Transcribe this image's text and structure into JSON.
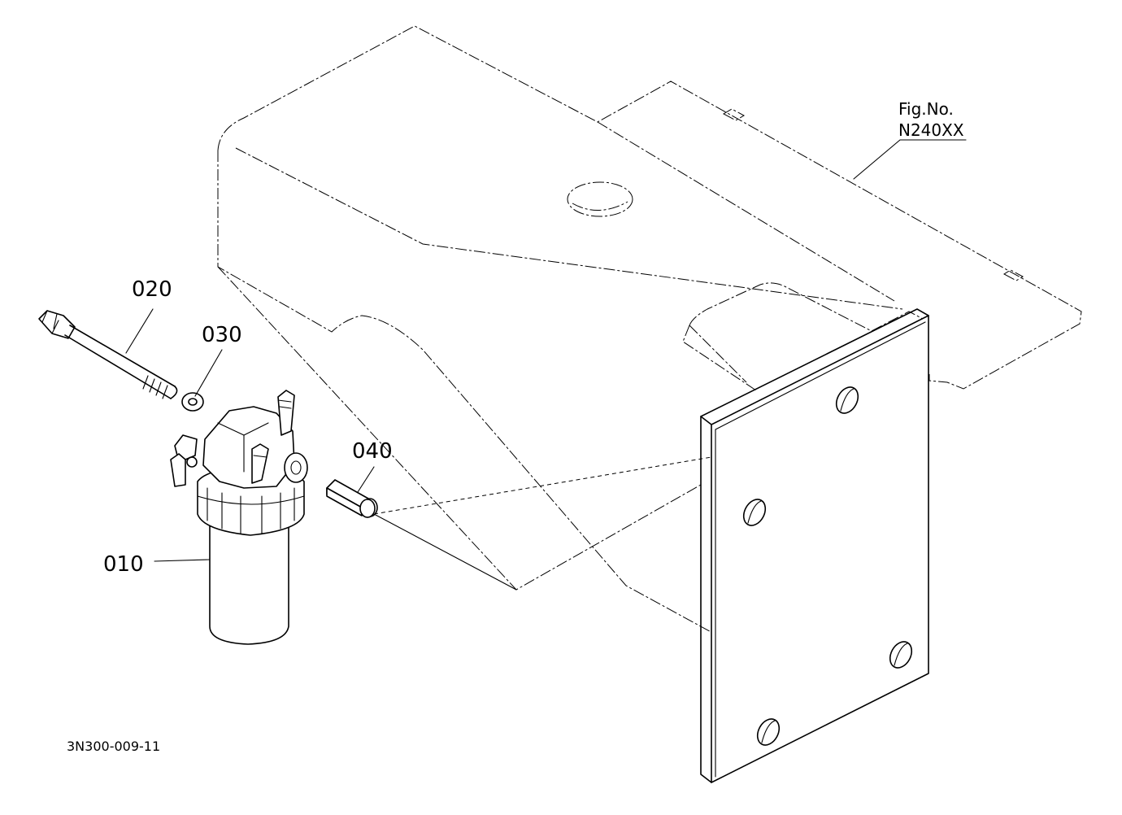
{
  "figure_reference": {
    "caption": "Fig.No.",
    "number": "N240XX"
  },
  "parts": [
    {
      "number": "010",
      "part": "fuel-filter-assembly"
    },
    {
      "number": "020",
      "part": "bolt"
    },
    {
      "number": "030",
      "part": "washer"
    },
    {
      "number": "040",
      "part": "spacer-collar"
    }
  ],
  "drawing_code": "3N300-009-11"
}
